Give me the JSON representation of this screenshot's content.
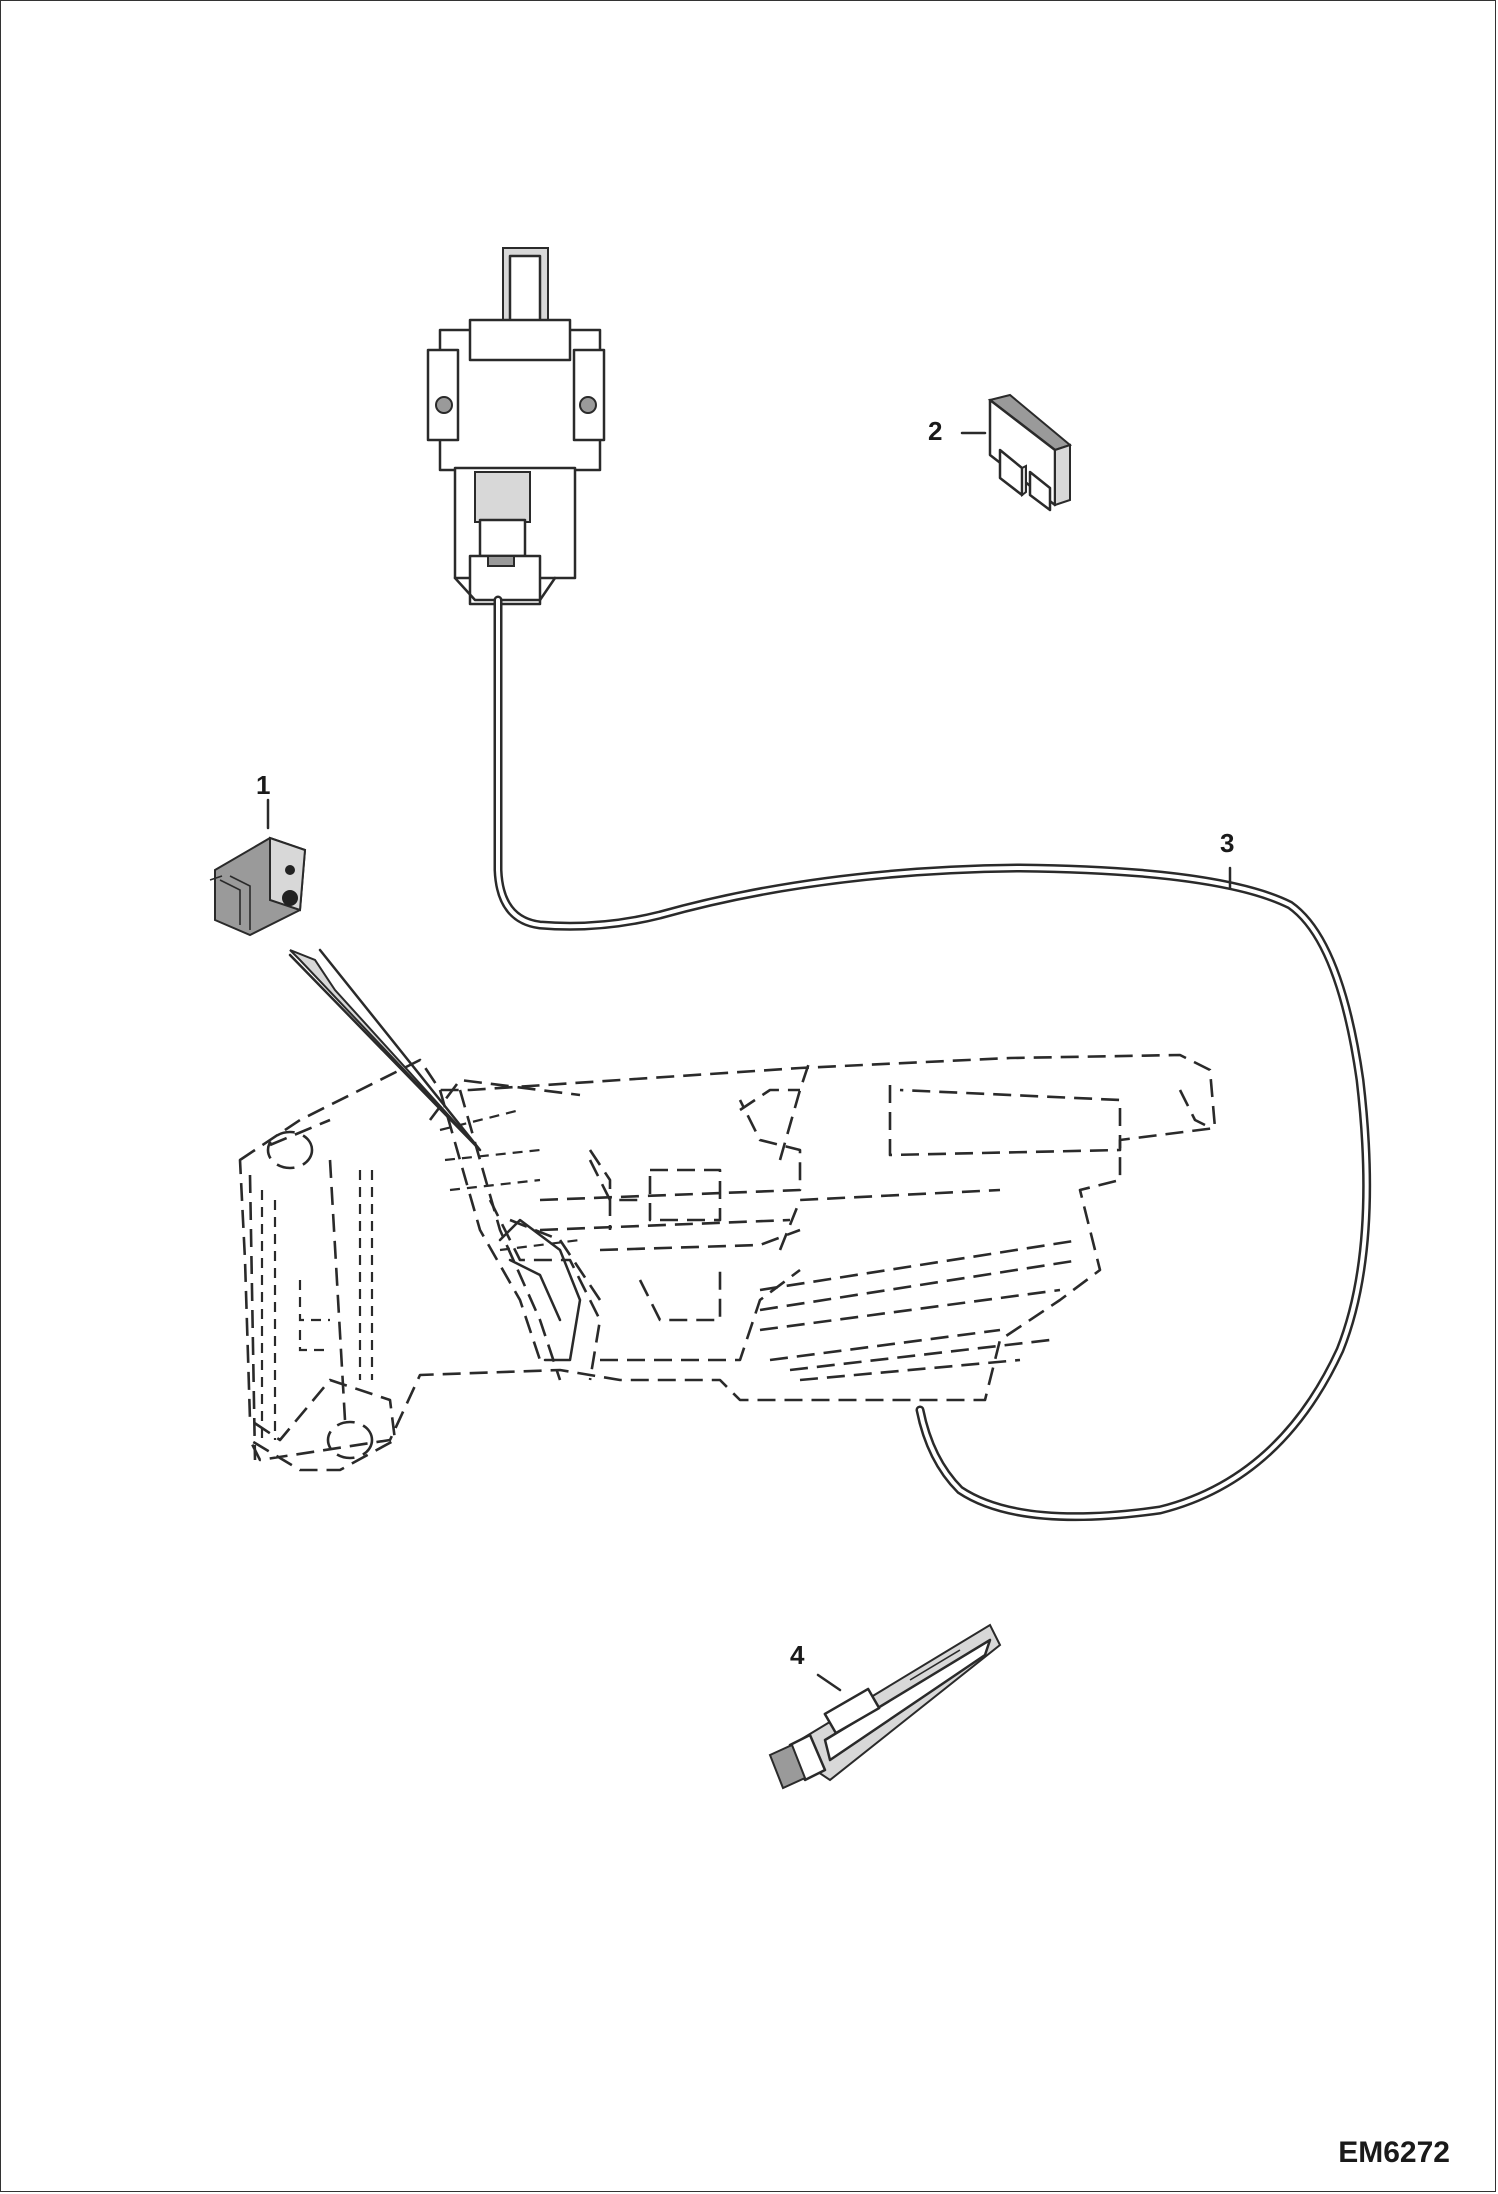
{
  "parts": [
    {
      "callout": "1",
      "icon": "rocker-switch-icon"
    },
    {
      "callout": "2",
      "icon": "blade-fuse-icon"
    },
    {
      "callout": "3",
      "icon": "wire-harness-icon"
    },
    {
      "callout": "4",
      "icon": "grease-tube-icon"
    }
  ],
  "document_code": "EM6272"
}
